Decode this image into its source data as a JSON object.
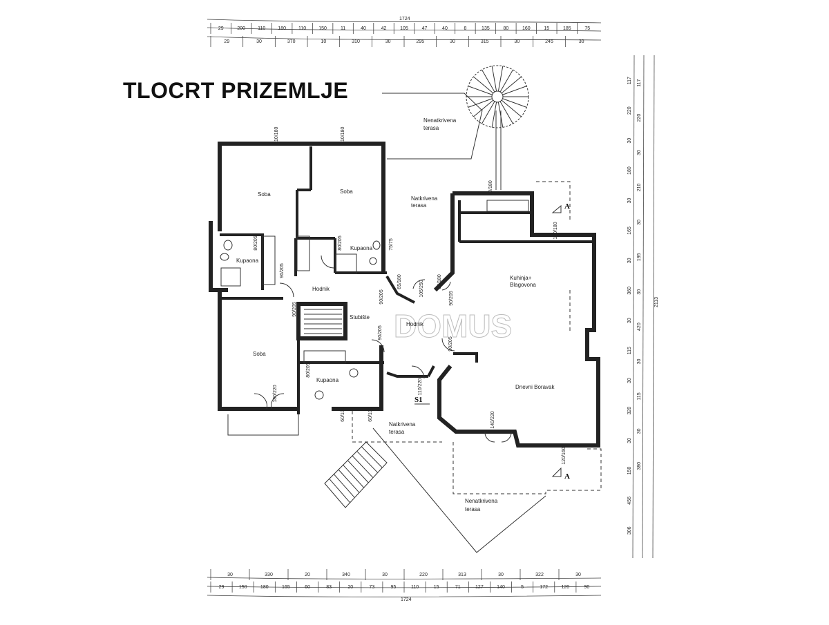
{
  "title": "TLOCRT PRIZEMLJE",
  "rooms": {
    "soba_1": "Soba",
    "soba_2": "Soba",
    "soba_3": "Soba",
    "kupaona_1": "Kupaona",
    "kupaona_2": "Kupaona",
    "kupaona_3": "Kupaona",
    "hodnik_1": "Hodnik",
    "hodnik_2": "Hodnik",
    "stubiste": "Stubište",
    "kuhinja_1": "Kuhinja+",
    "kuhinja_2": "Blagovona",
    "dnevni": "Dnevni Boravak",
    "natk_1_a": "Natkrivena",
    "natk_1_b": "terasa",
    "natk_2_a": "Natkrivena",
    "natk_2_b": "terasa",
    "nenatk_1_a": "Nenatkrivena",
    "nenatk_1_b": "terasa",
    "nenatk_2_a": "Nenatkrivena",
    "nenatk_2_b": "terasa"
  },
  "markers": {
    "section_s1": "S1",
    "section_a_top": "A",
    "section_a_bottom": "A"
  },
  "dims": {
    "top_total": "1724",
    "top_row1": [
      "29",
      "200",
      "110",
      "180",
      "110",
      "150",
      "11",
      "40",
      "42",
      "105",
      "47",
      "40",
      "8",
      "135",
      "80",
      "160",
      "15",
      "185",
      "75"
    ],
    "top_row2": [
      "29",
      "30",
      "370",
      "10",
      "310",
      "30",
      "295",
      "30",
      "315",
      "30",
      "245",
      "30"
    ],
    "bottom_row1": [
      "30",
      "330",
      "20",
      "340",
      "30",
      "220",
      "313",
      "30",
      "322",
      "30"
    ],
    "bottom_row2": [
      "29",
      "150",
      "180",
      "165",
      "60",
      "83",
      "20",
      "73",
      "95",
      "110",
      "15",
      "71",
      "127",
      "140",
      "5",
      "172",
      "120",
      "90"
    ],
    "bottom_total": "1724",
    "right_inner": [
      "117",
      "220",
      "30",
      "180",
      "30",
      "165",
      "30",
      "360",
      "30",
      "115",
      "30",
      "320",
      "30",
      "150",
      "456",
      "306"
    ],
    "right_mid": [
      "117",
      "220",
      "30",
      "210",
      "30",
      "195",
      "30",
      "420",
      "30",
      "115",
      "30",
      "380"
    ],
    "right_total": "2113"
  },
  "openings": {
    "w1": "110/180",
    "w2": "110/180",
    "w3": "80/205",
    "w4": "80/205",
    "w5": "75/75",
    "w6": "90/205",
    "w7": "90/205",
    "w8": "65/180",
    "w9": "105/250",
    "w10": "65/180",
    "w11": "80/180",
    "w12": "190/180",
    "w13": "90/205",
    "w14": "90/205",
    "w15": "90/205",
    "w16": "80/205",
    "w17": "180/220",
    "w18": "60/100",
    "w19": "60/100",
    "w20": "110/220",
    "w21": "140/220",
    "w22": "120/160",
    "w23": "90/205"
  },
  "watermark": "DOMUS"
}
